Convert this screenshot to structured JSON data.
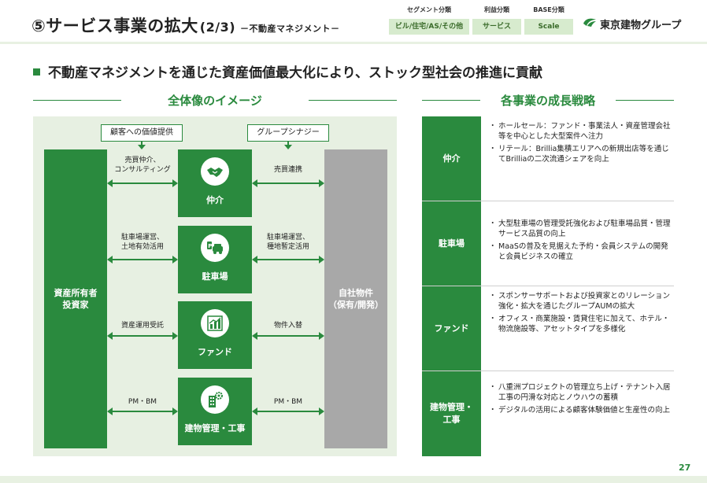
{
  "header": {
    "title": "⑤サービス事業の拡大",
    "page_fraction": "(2/3)",
    "subtitle": "－不動産マネジメント－",
    "tags": [
      {
        "heading": "セグメント分類",
        "value": "ビル/住宅/AS/その他"
      },
      {
        "heading": "利益分類",
        "value": "サービス"
      },
      {
        "heading": "BASE分類",
        "value": "Scale"
      }
    ],
    "company": "東京建物グループ"
  },
  "lead": "不動産マネジメントを通じた資産価値最大化により、ストック型社会の推進に貢献",
  "left_section": {
    "title": "全体像のイメージ",
    "label_left": "顧客への価値提供",
    "label_right": "グループシナジー",
    "left_column": "資産所有者\n投資家",
    "right_column": "自社物件\n（保有/開発）",
    "businesses": [
      {
        "name": "仲介",
        "icon": "handshake-icon",
        "left_text": "売買仲介、\nコンサルティング",
        "right_text": "売買連携"
      },
      {
        "name": "駐車場",
        "icon": "parking-car-icon",
        "left_text": "駐車場運営、\n土地有効活用",
        "right_text": "駐車場運営、\n種地暫定活用"
      },
      {
        "name": "ファンド",
        "icon": "chart-icon",
        "left_text": "資産運用受託",
        "right_text": "物件入替"
      },
      {
        "name": "建物管理・工事",
        "icon": "building-gear-icon",
        "left_text": "PM・BM",
        "right_text": "PM・BM"
      }
    ]
  },
  "right_section": {
    "title": "各事業の成長戦略",
    "rows": [
      {
        "head": "仲介",
        "bullets": [
          "ホールセール：ファンド・事業法人・資産管理会社等を中心とした大型案件へ注力",
          "リテール：Brillia集積エリアへの新規出店等を通じてBrilliaの二次流通シェアを向上"
        ]
      },
      {
        "head": "駐車場",
        "bullets": [
          "大型駐車場の管理受託強化および駐車場品質・管理サービス品質の向上",
          "MaaSの普及を見据えた予約・会員システムの開発と会員ビジネスの確立"
        ]
      },
      {
        "head": "ファンド",
        "bullets": [
          "スポンサーサポートおよび投資家とのリレーション強化・拡大を通じたグループAUMの拡大",
          "オフィス・商業施設・賃貸住宅に加えて、ホテル・物流施設等、アセットタイプを多様化"
        ]
      },
      {
        "head": "建物管理・\n工事",
        "bullets": [
          "八重洲プロジェクトの管理立ち上げ・テナント入居工事の円滑な対応とノウハウの蓄積",
          "デジタルの活用による顧客体験価値と生産性の向上"
        ]
      }
    ]
  },
  "page_number": "27",
  "colors": {
    "brand_green": "#2a8a3e",
    "panel_bg": "#e7f0e2",
    "tag_bg": "#d7ebce",
    "gray_column": "#a8a8a8"
  }
}
